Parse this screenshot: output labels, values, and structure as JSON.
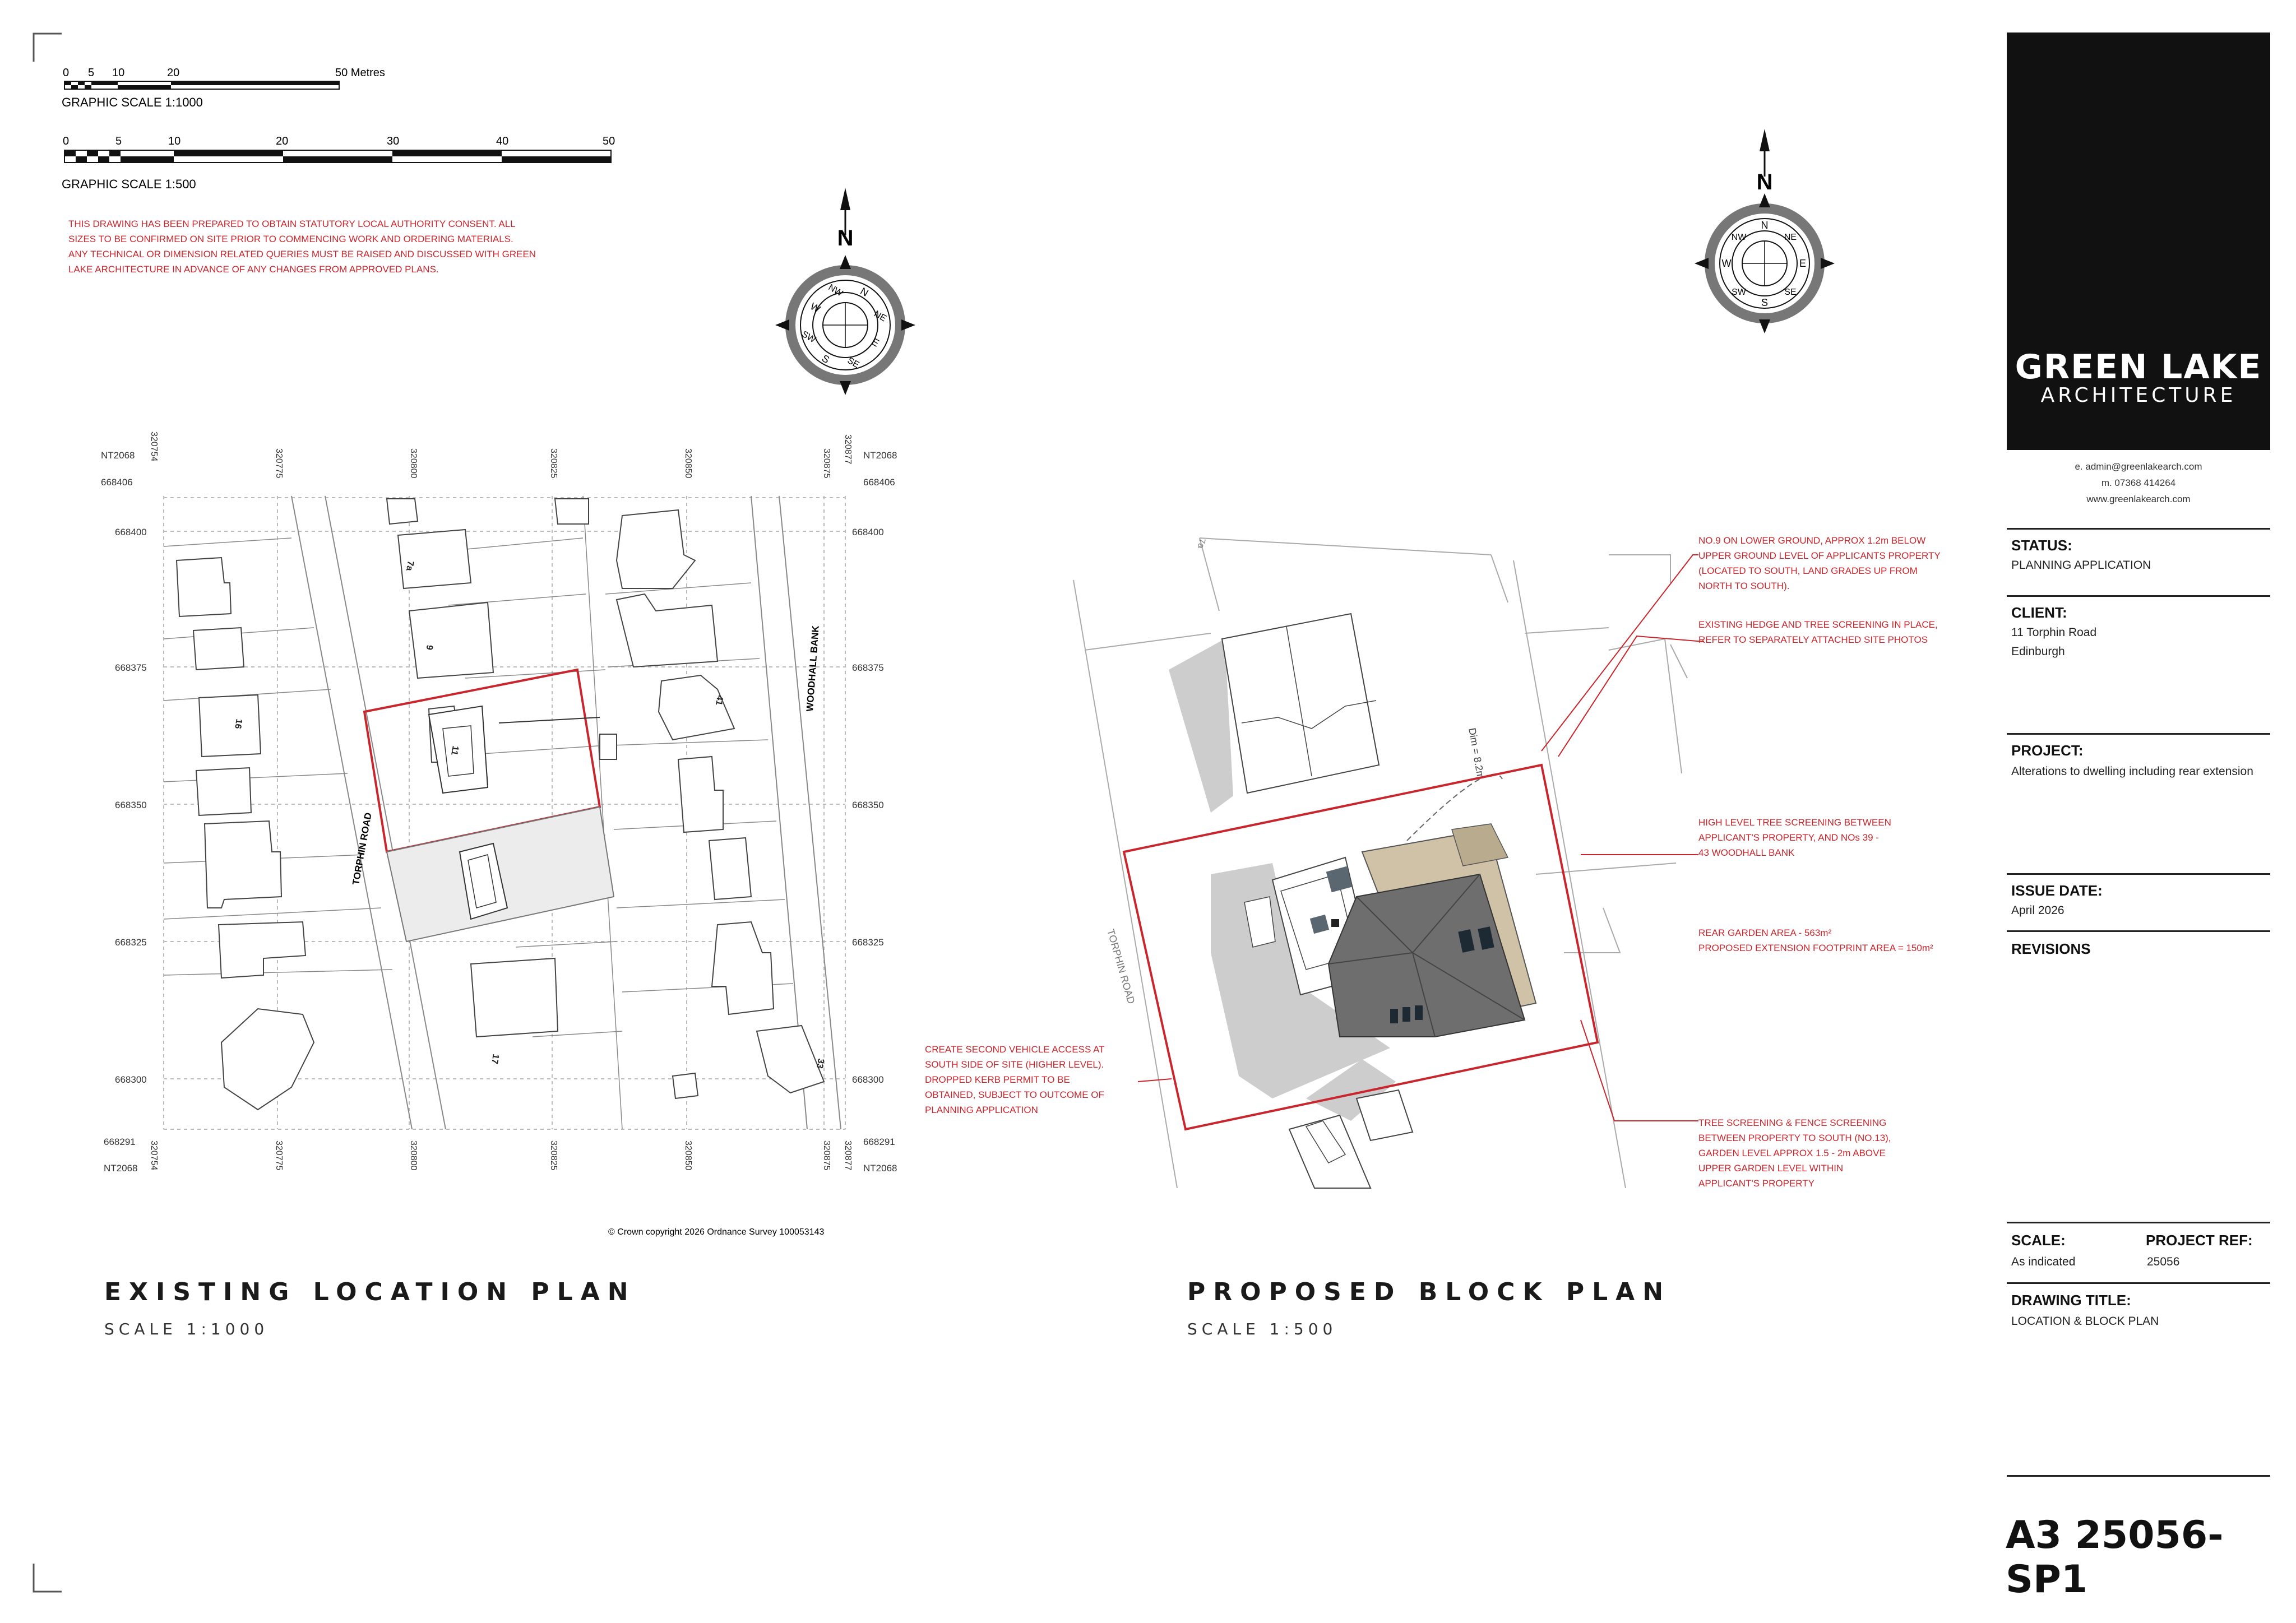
{
  "scales": {
    "scale_1000_ticks": [
      "0",
      "5",
      "10",
      "20",
      "50 Metres"
    ],
    "scale_1000_label": "GRAPHIC SCALE 1:1000",
    "scale_500_ticks": [
      "0",
      "5",
      "10",
      "20",
      "30",
      "40",
      "50"
    ],
    "scale_500_label": "GRAPHIC SCALE 1:500"
  },
  "disclaimer": [
    "THIS DRAWING HAS BEEN PREPARED TO OBTAIN STATUTORY LOCAL AUTHORITY CONSENT. ALL",
    "SIZES TO BE CONFIRMED ON SITE PRIOR TO COMMENCING WORK AND ORDERING MATERIALS.",
    "ANY TECHNICAL OR DIMENSION RELATED QUERIES MUST BE RAISED AND DISCUSSED WITH GREEN",
    "LAKE ARCHITECTURE IN ADVANCE OF ANY CHANGES FROM APPROVED PLANS."
  ],
  "compass": {
    "north": "N",
    "points": [
      "N",
      "NE",
      "E",
      "SE",
      "S",
      "SW",
      "W",
      "NW"
    ]
  },
  "location_plan": {
    "title": "EXISTING LOCATION PLAN",
    "scale": "SCALE 1:1000",
    "grid_code": "NT2068",
    "eastings": [
      "320754",
      "320775",
      "320800",
      "320825",
      "320850",
      "320875",
      "320877"
    ],
    "northings_top": "668406",
    "northings": [
      "668400",
      "668375",
      "668350",
      "668325",
      "668300"
    ],
    "northings_bottom": "668291",
    "roads": [
      "TORPHIN ROAD",
      "WOODHALL BANK"
    ],
    "house_numbers": [
      "7a",
      "9",
      "16",
      "11",
      "41",
      "17",
      "33"
    ],
    "copyright": "© Crown copyright 2026 Ordnance Survey 100053143"
  },
  "block_plan": {
    "title": "PROPOSED BLOCK PLAN",
    "scale": "SCALE 1:500",
    "road": "TORPHIN ROAD",
    "house_number": "7a",
    "dimension": "Dim = 8.2m",
    "notes": {
      "no9": [
        "NO.9 ON LOWER GROUND, APPROX 1.2m BELOW",
        "UPPER GROUND LEVEL OF APPLICANTS PROPERTY",
        "(LOCATED TO SOUTH, LAND GRADES UP FROM",
        "NORTH TO SOUTH)."
      ],
      "hedge": [
        "EXISTING HEDGE AND TREE SCREENING IN PLACE,",
        "REFER TO SEPARATELY ATTACHED SITE PHOTOS"
      ],
      "high_level": [
        "HIGH LEVEL TREE SCREENING BETWEEN",
        "APPLICANT'S PROPERTY, AND NOs 39 -",
        "43 WOODHALL BANK"
      ],
      "garden": [
        "REAR GARDEN AREA - 563m²",
        "PROPOSED EXTENSION FOOTPRINT  AREA = 150m²"
      ],
      "vehicle": [
        "CREATE SECOND VEHICLE ACCESS AT",
        "SOUTH SIDE OF SITE (HIGHER LEVEL).",
        "DROPPED KERB PERMIT TO BE",
        "OBTAINED, SUBJECT TO OUTCOME OF",
        "PLANNING APPLICATION"
      ],
      "screening": [
        "TREE SCREENING & FENCE SCREENING",
        "BETWEEN PROPERTY TO SOUTH (NO.13),",
        "GARDEN LEVEL APPROX 1.5 - 2m ABOVE",
        "UPPER GARDEN LEVEL WITHIN",
        "APPLICANT'S PROPERTY"
      ]
    }
  },
  "title_block": {
    "logo_line1": "GREEN LAKE",
    "logo_line2": "ARCHITECTURE",
    "email": "e. admin@greenlakearch.com",
    "mobile": "m. 07368 414264",
    "web": "www.greenlakearch.com",
    "status_label": "STATUS:",
    "status_value": "PLANNING APPLICATION",
    "client_label": "CLIENT:",
    "client_line1": "11 Torphin Road",
    "client_line2": "Edinburgh",
    "project_label": "PROJECT:",
    "project_value": "Alterations to dwelling including rear extension",
    "issue_label": "ISSUE DATE:",
    "issue_value": "April 2026",
    "revisions_label": "REVISIONS",
    "scale_label": "SCALE:",
    "scale_value": "As indicated",
    "ref_label": "PROJECT REF:",
    "ref_value": "25056",
    "drawing_title_label": "DRAWING TITLE:",
    "drawing_title_value": "LOCATION & BLOCK PLAN",
    "sheet_number": "A3 25056- SP1"
  },
  "colors": {
    "accent_red": "#c8262c",
    "proposed_roof": "#6e6e6e",
    "extension_deck": "#cfc2a6",
    "shadow": "#c9c9c9",
    "logo_bg": "#111111"
  }
}
